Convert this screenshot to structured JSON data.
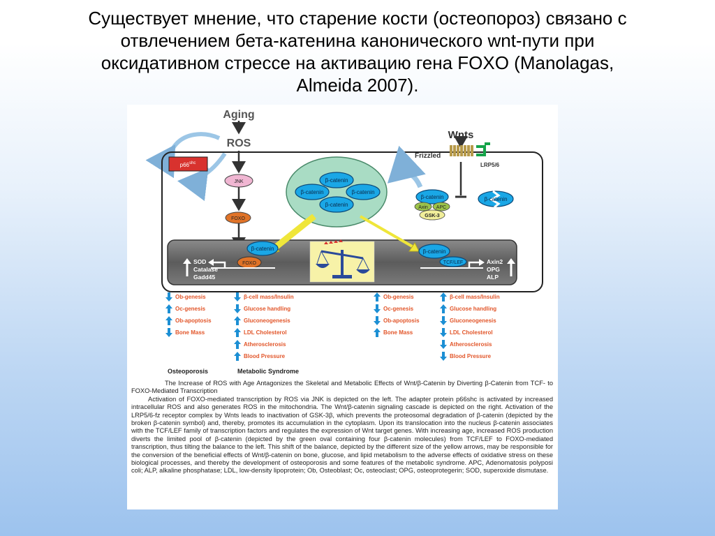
{
  "title_lines": [
    "Существует мнение, что старение кости (остеопороз) связано  с",
    "отвлечением бета-катенина канонического wnt-пути при",
    "оксидативном стрессе на активацию гена FOXO (Manolagas,",
    "Almeida 2007)."
  ],
  "diagram": {
    "aging": "Aging",
    "ros": "ROS",
    "p66": "p66",
    "p66_sup": "shc",
    "jnk": "JNK",
    "foxo": "FOXO",
    "wnts": "Wnts",
    "frizzled": "Frizzled",
    "lrp": "LRP5/6",
    "beta_catenin": "β-catenin",
    "axin": "Axin",
    "apc": "APC",
    "gsk3": "GSK-3",
    "broken_beta": "β-catenin",
    "nucleus_left_beta": "β-catenin",
    "nucleus_left_foxo": "FOXO",
    "nucleus_right_beta": "β-catenin",
    "nucleus_right_tcf": "TCF/LEF",
    "left_genes": [
      "SOD",
      "Catalase",
      "Gadd45"
    ],
    "right_genes": [
      "Axin2",
      "OPG",
      "ALP"
    ],
    "colors": {
      "aging_text": "#555555",
      "ros_text": "#555555",
      "beta": "#1aa7e6",
      "oval": "#a9dcc4",
      "foxo": "#e07328",
      "p66": "#d8322e",
      "jnk": "#f0b6d2",
      "axin": "#9cc24a",
      "gsk3": "#f1ee9a",
      "nucleus": "#6e6e6e",
      "arrow_blue": "#1c8fd4",
      "effect_text": "#e2562a",
      "yellow_arrow": "#efe63a",
      "lrp": "#16a44a"
    }
  },
  "effects": {
    "left_col1": [
      {
        "dir": "down",
        "label": "Ob-genesis"
      },
      {
        "dir": "up",
        "label": "Oc-genesis"
      },
      {
        "dir": "up",
        "label": "Ob-apoptosis"
      },
      {
        "dir": "down",
        "label": "Bone Mass"
      }
    ],
    "left_col2": [
      {
        "dir": "down",
        "label": "β-cell mass/Insulin"
      },
      {
        "dir": "down",
        "label": "Glucose handling"
      },
      {
        "dir": "up",
        "label": "Gluconeogenesis"
      },
      {
        "dir": "up",
        "label": "LDL Cholesterol"
      },
      {
        "dir": "up",
        "label": "Atherosclerosis"
      },
      {
        "dir": "up",
        "label": "Blood Pressure"
      }
    ],
    "right_col1": [
      {
        "dir": "up",
        "label": "Ob-genesis"
      },
      {
        "dir": "down",
        "label": "Oc-genesis"
      },
      {
        "dir": "down",
        "label": "Ob-apoptosis"
      },
      {
        "dir": "up",
        "label": "Bone Mass"
      }
    ],
    "right_col2": [
      {
        "dir": "up",
        "label": "β-cell mass/Insulin"
      },
      {
        "dir": "up",
        "label": "Glucose handling"
      },
      {
        "dir": "down",
        "label": "Gluconeogenesis"
      },
      {
        "dir": "down",
        "label": "LDL Cholesterol"
      },
      {
        "dir": "down",
        "label": "Atherosclerosis"
      },
      {
        "dir": "down",
        "label": "Blood Pressure"
      }
    ],
    "osteoporosis": "Osteoporosis",
    "metabolic": "Metabolic Syndrome"
  },
  "caption": {
    "heading": "The Increase of ROS with Age Antagonizes the Skeletal and Metabolic Effects of Wnt/β-Catenin by Diverting β-Catenin from TCF- to FOXO-Mediated Transcription",
    "body": "Activation of FOXO-mediated transcription by ROS via JNK is depicted on the left. The adapter protein p66shc is activated by increased intracellular ROS and also generates ROS in the mitochondria. The Wnt/β-catenin signaling cascade is depicted on the right. Activation of the LRP5/6-fz receptor complex by Wnts leads to inactivation of GSK-3β, which prevents the proteosomal degradation of β-catenin (depicted by the broken β-catenin symbol) and, thereby, promotes its accumulation in the cytoplasm. Upon its translocation into the nucleus β-catenin associates with the TCF/LEF family of transcription factors and regulates the expression of Wnt target genes. With increasing age, increased ROS production diverts the limited pool of β-catenin (depicted by the green oval containing four β-catenin molecules) from TCF/LEF to FOXO-mediated transcription, thus tilting the balance to the left. This shift of the balance, depicted by the different size of the yellow arrows, may be responsible for the conversion of the beneficial effects of Wnt/β-catenin on bone, glucose, and lipid metabolism to the adverse effects of oxidative stress on these biological processes, and thereby the development of osteoporosis and some features of the metabolic syndrome. APC, Adenomatosis polyposi coli; ALP, alkaline phosphatase; LDL, low-density lipoprotein; Ob, Osteoblast; Oc, osteoclast; OPG, osteoprotegerin; SOD, superoxide dismutase."
  }
}
